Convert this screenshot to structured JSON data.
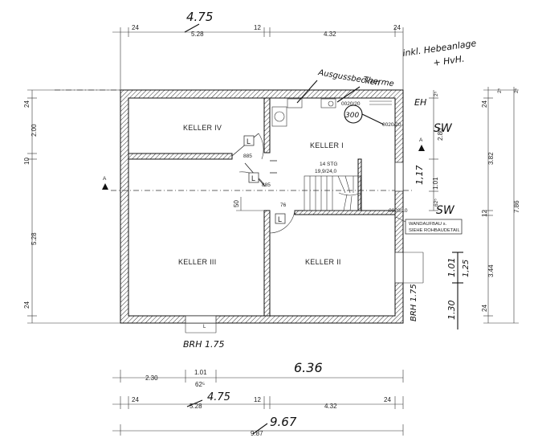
{
  "rooms": {
    "keller_iv": "KELLER IV",
    "keller_i": "KELLER I",
    "keller_iii": "KELLER III",
    "keller_ii": "KELLER II"
  },
  "stair": {
    "steps": "14 STG",
    "ratio": "19,9/24,0"
  },
  "door_widths": {
    "d1": "885",
    "d2": "885",
    "d3": "76"
  },
  "section_marker": "A",
  "labels": {
    "wandaufbau_1": "WANDAUFBAU s.",
    "wandaufbau_2": "SIEHE ROHBAUDETAIL",
    "note_upper": "0020/20",
    "note_mid": "0020/20",
    "note_low": "0020/10",
    "l_symbol": "L"
  },
  "dims_top": {
    "a": "24",
    "b": "5.28",
    "c": "12",
    "d": "4.32",
    "e": "24"
  },
  "dims_bottom1": {
    "a": "2.30",
    "b": "1.01",
    "c": "62⁵"
  },
  "dims_bottom2": {
    "a": "24",
    "b": "5.28",
    "c": "12",
    "d": "4.32",
    "e": "24"
  },
  "dims_bottom3": {
    "total": "9.87"
  },
  "dims_left": {
    "a": "24",
    "b": "2.00",
    "c": "10",
    "d": "5.28",
    "e": "24"
  },
  "dims_right_inner": {
    "a": "2⁵",
    "b": "2.80",
    "c": "1.01",
    "d": "62⁵"
  },
  "dims_right_outer": {
    "a": "2⁵",
    "b": "24",
    "c": "3.82",
    "d": "12",
    "e": "3.44",
    "f": "24",
    "g": "7.86",
    "h": "2⁵"
  },
  "dims_left_small": {
    "a": "50"
  },
  "handwritten": {
    "top_total": "4.75",
    "top_note_1": "inkl. Hebeanlage",
    "top_note_2": "+ HvH.",
    "ausguss": "Ausgussbecken",
    "therme": "Therme",
    "circle_val": "300",
    "eh": "EH",
    "sw_top": "SW",
    "sw_mid": "SW",
    "val_117": "1,17",
    "bottom_total": "6.36",
    "bottom_475": "4.75",
    "bottom_967": "9.67",
    "brh_bottom": "BRH 1.75",
    "brh_right": "BRH 1.75",
    "right_1": "1.01",
    "right_2": "1,25",
    "right_3": "1.30"
  }
}
